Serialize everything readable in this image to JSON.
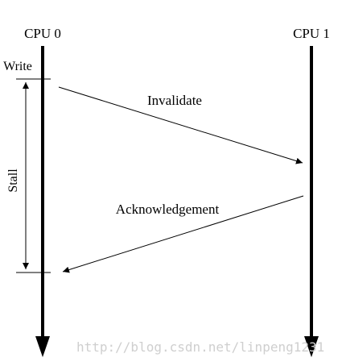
{
  "lanes": {
    "left": {
      "label": "CPU 0"
    },
    "right": {
      "label": "CPU 1"
    }
  },
  "events": {
    "write": "Write",
    "stall": "Stall"
  },
  "messages": [
    {
      "label": "Invalidate",
      "from": "CPU 0",
      "to": "CPU 1"
    },
    {
      "label": "Acknowledgement",
      "from": "CPU 1",
      "to": "CPU 0"
    }
  ],
  "watermark": {
    "text": "http://blog.csdn.net/linpeng1231"
  },
  "colors": {
    "ink": "#000000",
    "watermark": "#d0d0d0"
  }
}
